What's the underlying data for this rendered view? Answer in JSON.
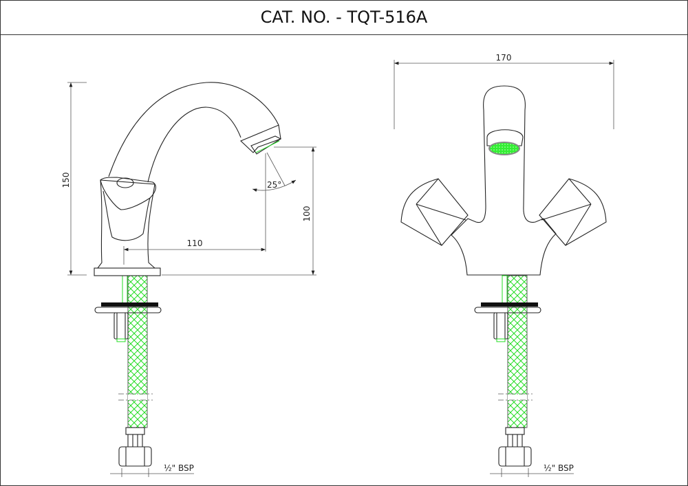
{
  "title": "CAT. NO. - TQT-516A",
  "side_view": {
    "dim_height": "150",
    "dim_spout_height": "100",
    "dim_reach": "110",
    "dim_angle": "25°",
    "connection": "½\" BSP"
  },
  "front_view": {
    "dim_width": "170",
    "connection": "½\" BSP"
  },
  "colors": {
    "line": "#222222",
    "hose_mesh": "#22dd22",
    "aerator": "#33ee33"
  }
}
